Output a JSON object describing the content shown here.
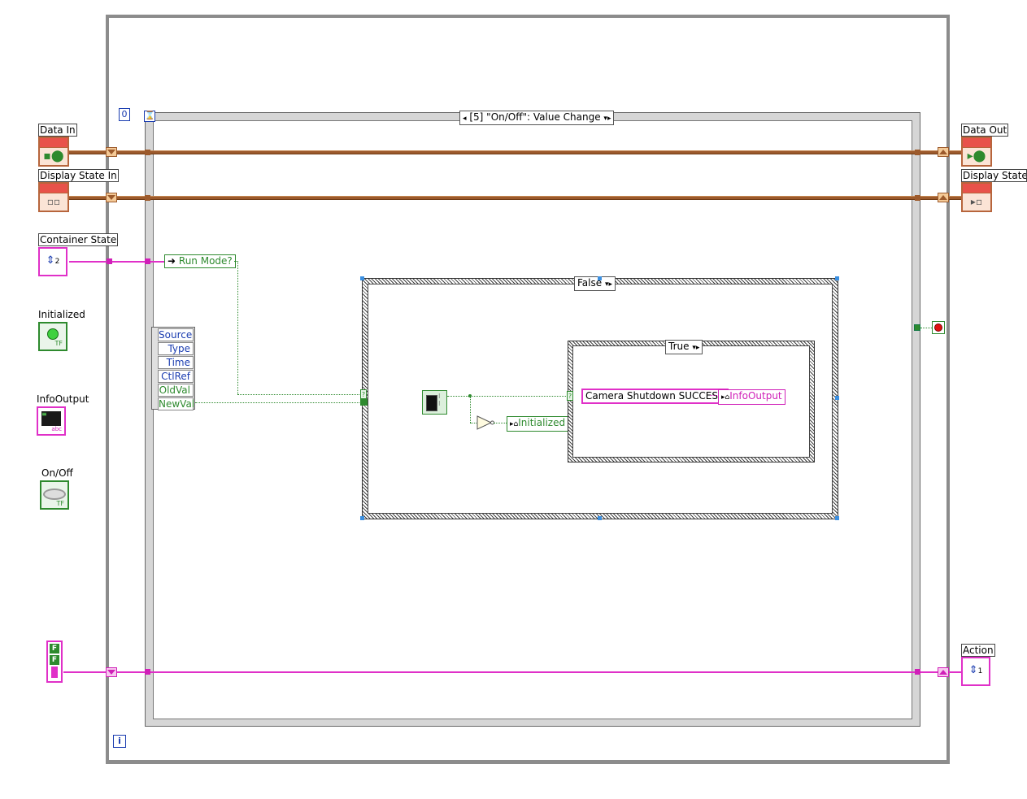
{
  "while_loop": {
    "iteration_label": "i",
    "index_label": "0"
  },
  "event_structure": {
    "selector_label": "[5] \"On/Off\": Value Change"
  },
  "terminals_left": {
    "data_in": "Data In",
    "display_state_in": "Display State In",
    "container_state": "Container State",
    "initialized": "Initialized",
    "info_output": "InfoOutput",
    "on_off": "On/Off"
  },
  "terminals_right": {
    "data_out": "Data Out",
    "display_state_out": "Display State O",
    "action": "Action"
  },
  "unbundle": {
    "fields": [
      "Source",
      "Type",
      "Time",
      "CtlRef",
      "OldVal",
      "NewVal"
    ]
  },
  "nodes": {
    "run_mode": "Run Mode?",
    "initialized_ref": "Initialized",
    "info_output_ref": "InfoOutput",
    "camera_string": "Camera Shutdown SUCCESS"
  },
  "case_outer": {
    "selector_label": "False"
  },
  "case_inner": {
    "selector_label": "True"
  },
  "terminal_glyphs": {
    "tf": "TF",
    "f": "F",
    "num2": "2",
    "num1": "1",
    "abc": "abc",
    "question": "?"
  },
  "colors": {
    "cluster_wire": "#9c5a2c",
    "string_enum_wire": "#e030c8",
    "boolean_wire": "#2e8a2e",
    "accent_blue": "#1a3cb0"
  }
}
